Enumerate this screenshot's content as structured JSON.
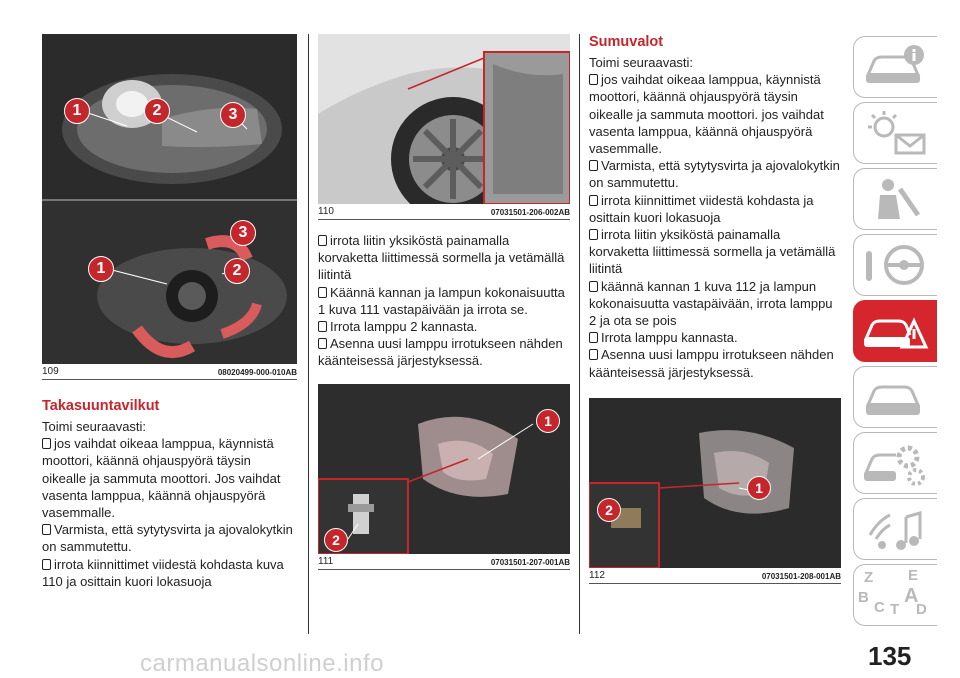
{
  "figures": {
    "f109": {
      "number": "109",
      "code": "08020499-000-010AB"
    },
    "f110": {
      "number": "110",
      "code": "07031501-206-002AB"
    },
    "f111": {
      "number": "111",
      "code": "07031501-207-001AB"
    },
    "f112": {
      "number": "112",
      "code": "07031501-208-001AB"
    }
  },
  "markers": {
    "one": "1",
    "two": "2",
    "three": "3"
  },
  "left": {
    "heading": "Takasuuntavilkut",
    "intro": "Toimi seuraavasti:",
    "steps": [
      "jos vaihdat oikeaa lamppua, käynnistä moottori, käännä ohjauspyörä täysin oikealle ja sammuta moottori. Jos vaihdat vasenta lamppua, käännä ohjauspyörä vasemmalle.",
      "Varmista, että sytytysvirta ja ajovalokytkin on sammutettu.",
      "irrota kiinnittimet viidestä kohdasta kuva 110 ja osittain kuori lokasuoja"
    ]
  },
  "middle": {
    "steps": [
      "irrota liitin yksiköstä painamalla korvaketta liittimessä sormella ja vetämällä liitintä",
      "Käännä kannan ja lampun kokonaisuutta 1 kuva 111 vastapäivään ja irrota se.",
      "Irrota lamppu 2 kannasta.",
      "Asenna uusi lamppu irrotukseen nähden käänteisessä järjestyksessä."
    ]
  },
  "right": {
    "heading": "Sumuvalot",
    "intro": "Toimi seuraavasti:",
    "steps": [
      "jos vaihdat oikeaa lamppua, käynnistä moottori, käännä ohjauspyörä täysin oikealle ja sammuta moottori. jos vaihdat vasenta lamppua, käännä ohjauspyörä vasemmalle.",
      "Varmista, että sytytysvirta ja ajovalokytkin on sammutettu.",
      "irrota kiinnittimet viidestä kohdasta ja osittain kuori lokasuoja",
      "irrota liitin yksiköstä painamalla korvaketta liittimessä sormella ja vetämällä liitintä",
      "käännä kannan 1 kuva 112 ja lampun kokonaisuutta vastapäivään, irrota lamppu 2 ja ota se pois",
      "Irrota lamppu kannasta.",
      "Asenna uusi lamppu irrotukseen nähden käänteisessä järjestyksessä."
    ]
  },
  "side_tabs": [
    {
      "icon": "car-info-icon",
      "active": false
    },
    {
      "icon": "dashboard-lights-icon",
      "active": false
    },
    {
      "icon": "airbag-seat-icon",
      "active": false
    },
    {
      "icon": "steering-wheel-icon",
      "active": false
    },
    {
      "icon": "car-emergency-icon",
      "active": true
    },
    {
      "icon": "car-maintenance-icon",
      "active": false
    },
    {
      "icon": "gears-icon",
      "active": false
    },
    {
      "icon": "multimedia-icon",
      "active": false
    },
    {
      "icon": "alphabetical-index-icon",
      "active": false
    }
  ],
  "index_letters": [
    "Z",
    "E",
    "B",
    "A",
    "C",
    "T",
    "D"
  ],
  "page_number": "135",
  "watermark": "carmanualsonline.info"
}
